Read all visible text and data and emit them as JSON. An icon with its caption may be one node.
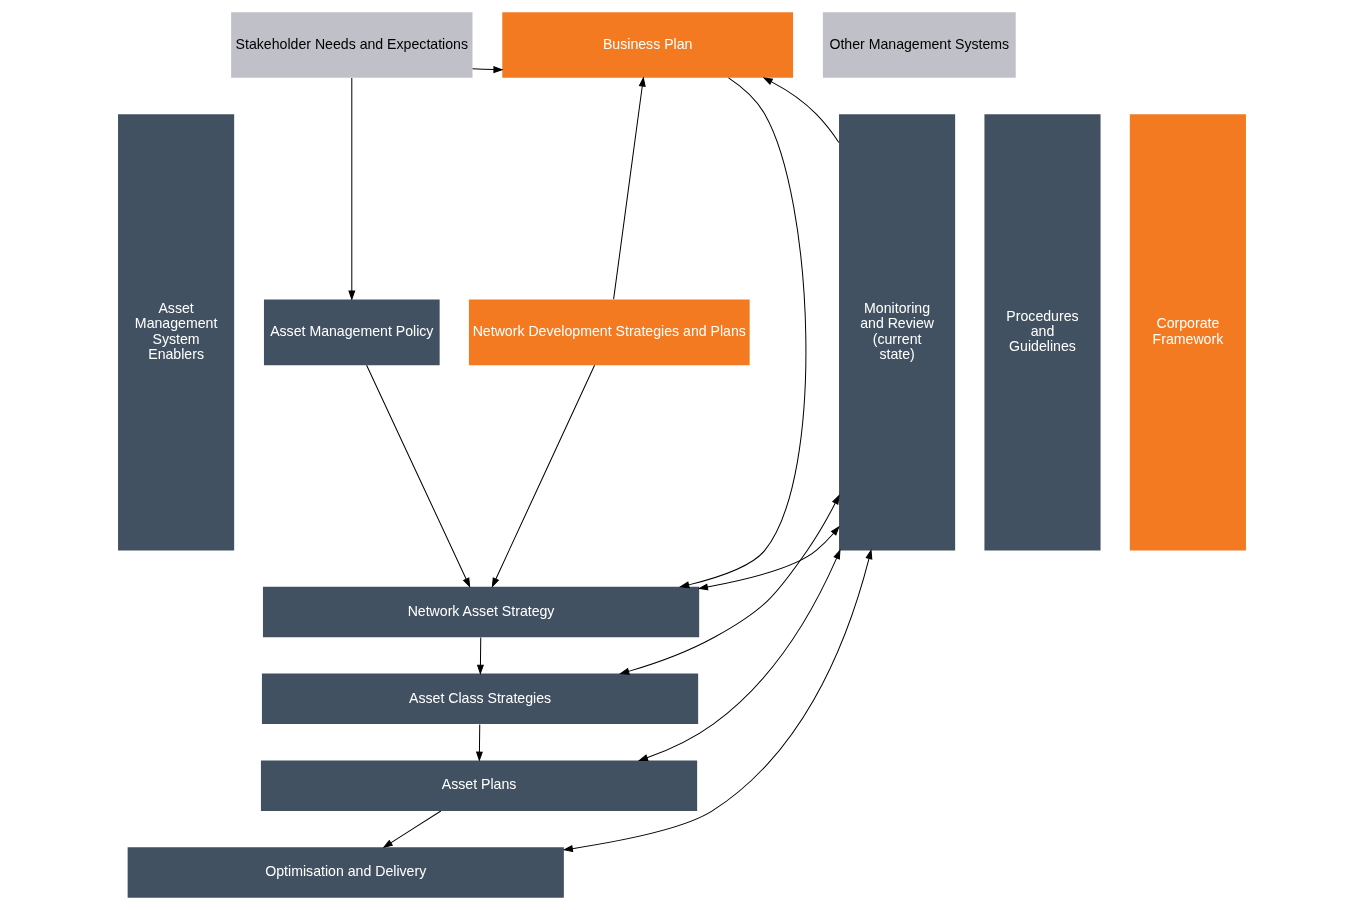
{
  "diagram": {
    "nodes": [
      {
        "text": [
          "Stakeholder Needs and Expectations"
        ]
      },
      {
        "text": [
          "Business Plan"
        ]
      },
      {
        "text": [
          "Other Management Systems"
        ]
      },
      {
        "text": [
          "Asset Management System Enablers"
        ]
      },
      {
        "text": [
          "Asset Management Policy"
        ]
      },
      {
        "text": [
          "Network Development Strategies and Plans"
        ]
      },
      {
        "text": [
          "Monitoring and Review (current state)"
        ]
      },
      {
        "text": [
          "Procedures and Guidelines"
        ]
      },
      {
        "text": [
          "Corporate Framework"
        ]
      },
      {
        "text": [
          "Network Asset Strategy"
        ]
      },
      {
        "text": [
          "Asset Class Strategies"
        ]
      },
      {
        "text": [
          "Asset Plans"
        ]
      },
      {
        "text": [
          "Optimisation and Delivery"
        ]
      }
    ],
    "edges": [
      {
        "from": 0,
        "to": 1,
        "arrow": "to"
      },
      {
        "from": 0,
        "to": 4,
        "arrow": "to"
      },
      {
        "from": 1,
        "to": 9,
        "arrow": "to"
      },
      {
        "from": 4,
        "to": 9,
        "arrow": "to"
      },
      {
        "from": 5,
        "to": 9,
        "arrow": "to"
      },
      {
        "from": 5,
        "to": 1,
        "arrow": "to"
      },
      {
        "from": 6,
        "to": 1,
        "arrow": "to"
      },
      {
        "from": 9,
        "to": 10,
        "arrow": "to"
      },
      {
        "from": 10,
        "to": 11,
        "arrow": "to"
      },
      {
        "from": 11,
        "to": 12,
        "arrow": "to"
      },
      {
        "from": 9,
        "to": 6,
        "arrow": "both"
      },
      {
        "from": 10,
        "to": 6,
        "arrow": "both"
      },
      {
        "from": 11,
        "to": 6,
        "arrow": "both"
      },
      {
        "from": 12,
        "to": 6,
        "arrow": "both"
      }
    ]
  }
}
